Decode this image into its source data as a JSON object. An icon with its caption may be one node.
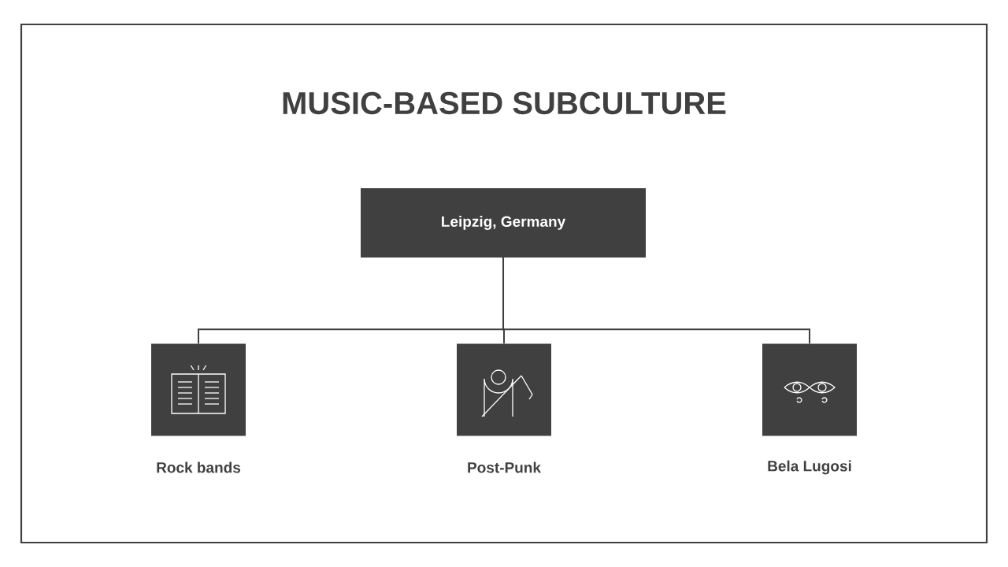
{
  "diagram": {
    "title": "MUSIC-BASED SUBCULTURE",
    "nodes": [
      {
        "text": [
          "Leipzig, Germany"
        ]
      },
      {
        "text": [],
        "shape": "box",
        "beside": [
          "Rock bands"
        ]
      },
      {
        "text": [],
        "shape": "box",
        "beside": [
          "Post-Punk"
        ]
      },
      {
        "text": [],
        "shape": "box",
        "beside": [
          "Bela Lugosi"
        ]
      }
    ],
    "edges": [
      {
        "from": 0,
        "to": 1,
        "arrow": "none"
      },
      {
        "from": 0,
        "to": 2,
        "arrow": "none"
      },
      {
        "from": 0,
        "to": 3,
        "arrow": "none"
      }
    ]
  }
}
